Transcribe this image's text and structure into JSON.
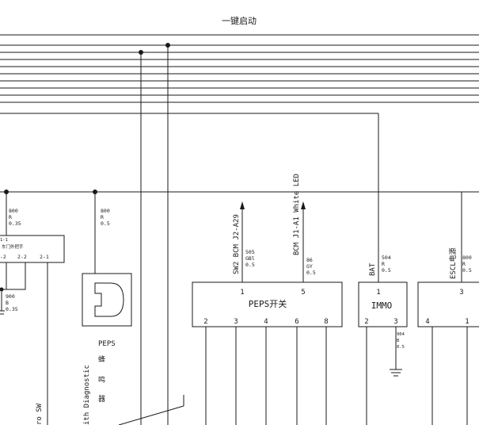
{
  "title": "一键启动",
  "left_fragments": {
    "wire1": [
      "800",
      "R",
      "0.35"
    ],
    "handle_top": "1-1",
    "handle_label": "车门外把手",
    "handle_pins": [
      "-2",
      "2-2",
      "2-1"
    ],
    "wire2": [
      "900",
      "B",
      "0.35"
    ],
    "sw_text": "ro SW",
    "diag_text": "ith Diagnostic"
  },
  "buzzer": {
    "wire": [
      "800",
      "R",
      "0.5"
    ],
    "label": "PEPS",
    "label_cn": [
      "蜂",
      "鸣",
      "器"
    ]
  },
  "peps_switch": {
    "label": "PEPS开关",
    "top_pins": [
      "1",
      "5"
    ],
    "bottom_pins": [
      "2",
      "3",
      "4",
      "6",
      "8"
    ],
    "sw2_label": "SW2 BCM J2-A29",
    "sw2_wire": [
      "505",
      "GBl",
      "0.5"
    ],
    "led_label": "BCM J1-A1 White LED",
    "led_wire": [
      "86",
      "GY",
      "0.5"
    ]
  },
  "immo": {
    "label": "IMMO",
    "top_pin": "1",
    "bottom_pins": [
      "2",
      "3"
    ],
    "bat_label": "BAT",
    "bat_wire": [
      "504",
      "R",
      "0.5"
    ],
    "gnd_wire": [
      "904",
      "B",
      "0.5"
    ]
  },
  "escl": {
    "label": "ESCL电源",
    "top_pin": "3",
    "bottom_pins": [
      "4",
      "1"
    ],
    "wire": [
      "800",
      "R",
      "0.5"
    ]
  },
  "colors": {
    "line": "#1a1a1a",
    "background": "#ffffff"
  }
}
